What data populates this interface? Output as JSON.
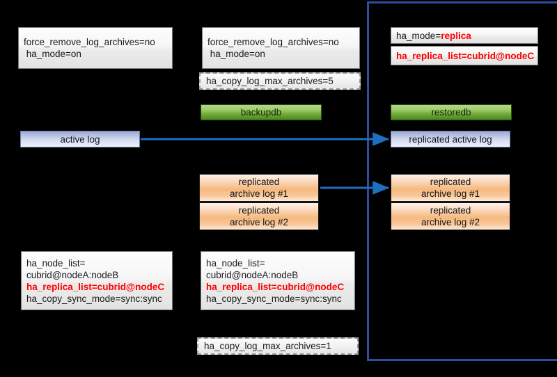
{
  "diagram": {
    "background_color": "#000000",
    "region_frame": {
      "label": "replica-node-region",
      "color": "#2e4fa0"
    },
    "arrow_color": "#1f6fc0"
  },
  "left_column": {
    "config_top": {
      "line1": "force_remove_log_archives=no",
      "line2": " ha_mode=on"
    },
    "active_log": {
      "label": "active log"
    },
    "config_bottom": {
      "line1": "ha_node_list=",
      "line2": "cubrid@nodeA:nodeB",
      "line3": "ha_replica_list=cubrid@nodeC",
      "line4": "ha_copy_sync_mode=sync:sync",
      "highlight_color": "#ff0000"
    }
  },
  "middle_column": {
    "config_top": {
      "line1": "force_remove_log_archives=no",
      "line2": " ha_mode=on"
    },
    "dashed_top": {
      "text": "ha_copy_log_max_archives=5"
    },
    "command_button": {
      "label": "backupdb"
    },
    "archive_log_1": {
      "line1": "replicated",
      "line2": "archive  log #1"
    },
    "archive_log_2": {
      "line1": "replicated",
      "line2": "archive log #2"
    },
    "config_bottom": {
      "line1": "ha_node_list=",
      "line2": "cubrid@nodeA:nodeB",
      "line3": "ha_replica_list=cubrid@nodeC",
      "line4": "ha_copy_sync_mode=sync:sync",
      "highlight_color": "#ff0000"
    },
    "dashed_bottom": {
      "text": "ha_copy_log_max_archives=1"
    }
  },
  "right_column": {
    "config_mode": {
      "key": "ha_mode=",
      "value": "replica",
      "value_color": "#ff0000"
    },
    "config_replica_list": {
      "text": "ha_replica_list=cubrid@nodeC",
      "color": "#ff0000"
    },
    "command_button": {
      "label": "restoredb"
    },
    "replicated_active_log": {
      "label": "replicated active log"
    },
    "archive_log_1": {
      "line1": "replicated",
      "line2": "archive  log #1"
    },
    "archive_log_2": {
      "line1": "replicated",
      "line2": "archive log #2"
    }
  }
}
